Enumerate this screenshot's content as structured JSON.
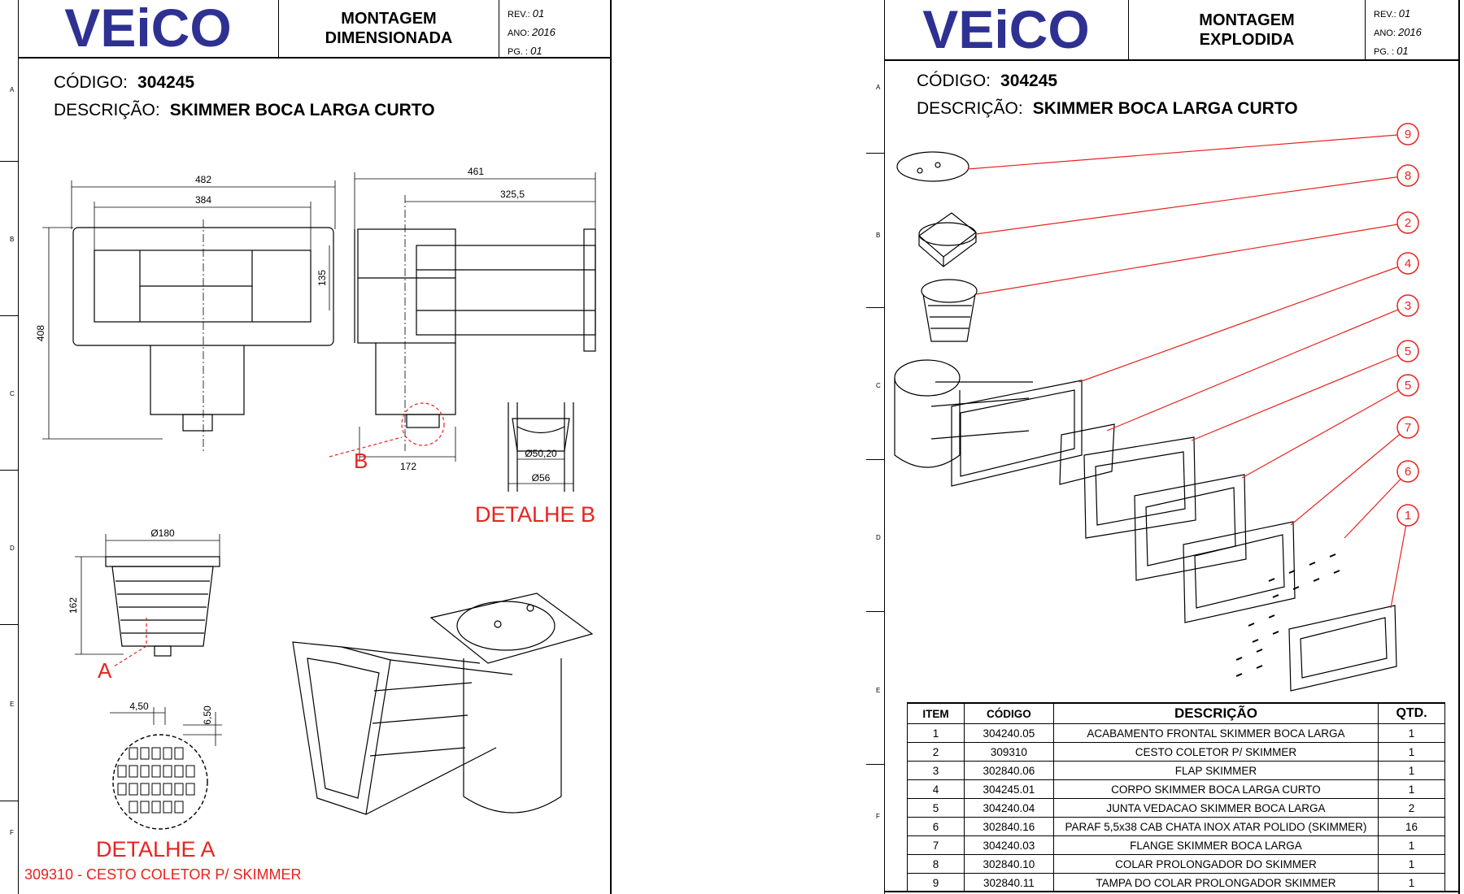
{
  "left_sheet": {
    "brand": "VEiCO",
    "title_line1": "MONTAGEM",
    "title_line2": "DIMENSIONADA",
    "rev_label": "REV.:",
    "rev_value": "01",
    "ano_label": "ANO:",
    "ano_value": "2016",
    "pg_label": "PG. :",
    "pg_value": "01",
    "codigo_label": "CÓDIGO:",
    "codigo_value": "304245",
    "descricao_label": "DESCRIÇÃO:",
    "descricao_value": "SKIMMER BOCA LARGA CURTO",
    "dims": {
      "d482": "482",
      "d384": "384",
      "d408": "408",
      "d135": "135",
      "d461": "461",
      "d325": "325,5",
      "d172": "172",
      "d50": "Ø50,20",
      "d56": "Ø56",
      "d180": "Ø180",
      "d162": "162",
      "d450": "4,50",
      "d650": "6,50"
    },
    "label_a": "A",
    "label_b": "B",
    "detalhe_b": "DETALHE B",
    "detalhe_a": "DETALHE A",
    "cesto_caption": "309310 - CESTO COLETOR P/ SKIMMER"
  },
  "right_sheet": {
    "brand": "VEiCO",
    "title_line1": "MONTAGEM",
    "title_line2": "EXPLODIDA",
    "rev_label": "REV.:",
    "rev_value": "01",
    "ano_label": "ANO:",
    "ano_value": "2016",
    "pg_label": "PG. :",
    "pg_value": "01",
    "codigo_label": "CÓDIGO:",
    "codigo_value": "304245",
    "descricao_label": "DESCRIÇÃO:",
    "descricao_value": "SKIMMER BOCA LARGA CURTO",
    "balloons": [
      "9",
      "8",
      "2",
      "4",
      "3",
      "5",
      "5",
      "7",
      "6",
      "1"
    ]
  },
  "zones": [
    "A",
    "B",
    "C",
    "D",
    "E",
    "F"
  ],
  "colors": {
    "brand_blue": "#2e3192",
    "annotation_red": "#e8231e"
  },
  "parts_table": {
    "headers": [
      "ITEM",
      "CÓDIGO",
      "DESCRIÇÃO",
      "QTD."
    ],
    "rows": [
      [
        "1",
        "304240.05",
        "ACABAMENTO FRONTAL SKIMMER BOCA LARGA",
        "1"
      ],
      [
        "2",
        "309310",
        "CESTO COLETOR P/ SKIMMER",
        "1"
      ],
      [
        "3",
        "302840.06",
        "FLAP SKIMMER",
        "1"
      ],
      [
        "4",
        "304245.01",
        "CORPO SKIMMER BOCA LARGA CURTO",
        "1"
      ],
      [
        "5",
        "304240.04",
        "JUNTA VEDACAO SKIMMER BOCA LARGA",
        "2"
      ],
      [
        "6",
        "302840.16",
        "PARAF 5,5x38 CAB CHATA INOX ATAR POLIDO (SKIMMER)",
        "16"
      ],
      [
        "7",
        "304240.03",
        "FLANGE SKIMMER BOCA LARGA",
        "1"
      ],
      [
        "8",
        "302840.10",
        "COLAR PROLONGADOR DO SKIMMER",
        "1"
      ],
      [
        "9",
        "302840.11",
        "TAMPA DO COLAR PROLONGADOR SKIMMER",
        "1"
      ]
    ]
  }
}
